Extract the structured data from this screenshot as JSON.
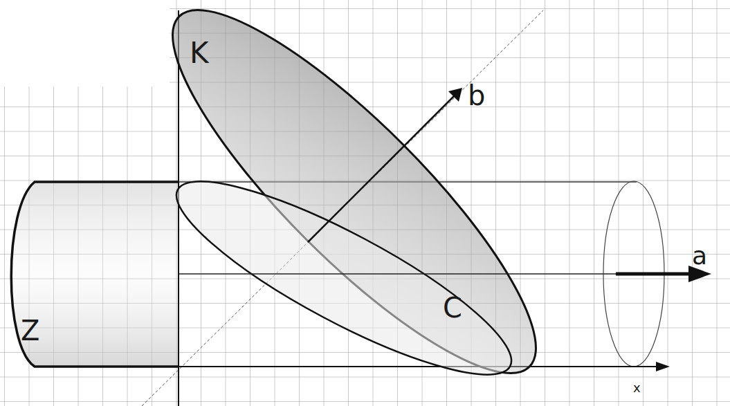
{
  "diagram": {
    "labels": [
      "K",
      "b",
      "Z",
      "C",
      "a",
      "x"
    ]
  }
}
